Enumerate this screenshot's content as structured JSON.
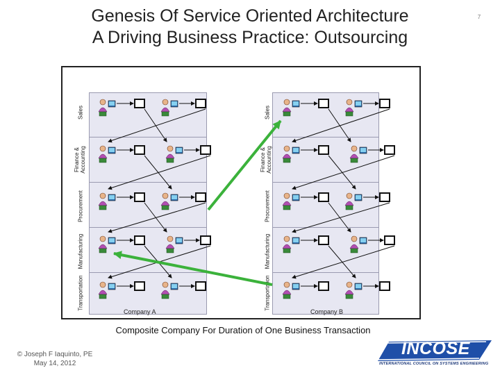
{
  "slide": {
    "title_line1": "Genesis Of Service Oriented Architecture",
    "title_line2": "A Driving Business Practice: Outsourcing",
    "number": "7"
  },
  "diagram": {
    "lanes": [
      "Sales",
      "Finance &\nAccounting",
      "Procurement",
      "Manufacturing",
      "Transportation"
    ],
    "companies": [
      "Company A",
      "Company B"
    ],
    "caption": "Composite Company For Duration of One Business Transaction"
  },
  "footer": {
    "author": "© Joseph F Iaquinto, PE",
    "date": "May 14, 2012",
    "logo_text": "INCOSE",
    "logo_subtext": "INTERNATIONAL COUNCIL ON SYSTEMS ENGINEERING"
  },
  "colors": {
    "arrow": "#3bb23b",
    "panel": "#e7e7f2",
    "logo_blue": "#1f4fa8"
  },
  "icons": [
    "person-at-computer-icon",
    "monitor-icon",
    "flow-arrow"
  ]
}
